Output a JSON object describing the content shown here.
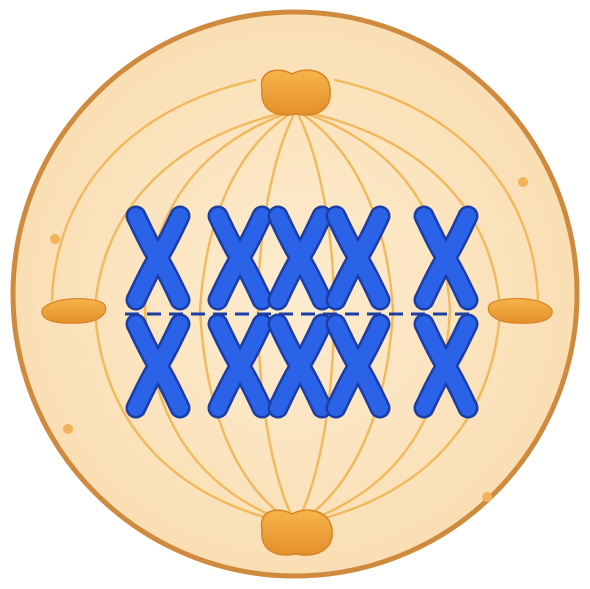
{
  "diagram": {
    "chromosome_rows": [
      {
        "row": "upper",
        "chromosomes": [
          "X",
          "X",
          "X",
          "X",
          "X"
        ]
      },
      {
        "row": "lower",
        "chromosomes": [
          "X",
          "X",
          "X",
          "X",
          "X"
        ]
      }
    ],
    "colors": {
      "cell_fill": "#fde7c4",
      "cell_border": "#d08a3e",
      "spindle_fiber": "#f1b95b",
      "centrosome": "#f2a33a",
      "centrosome_dark": "#e6902a",
      "chromosome": "#2a63e8",
      "chromosome_outline": "#1b3da6",
      "metaphase_plate": "#1b3da6"
    }
  }
}
